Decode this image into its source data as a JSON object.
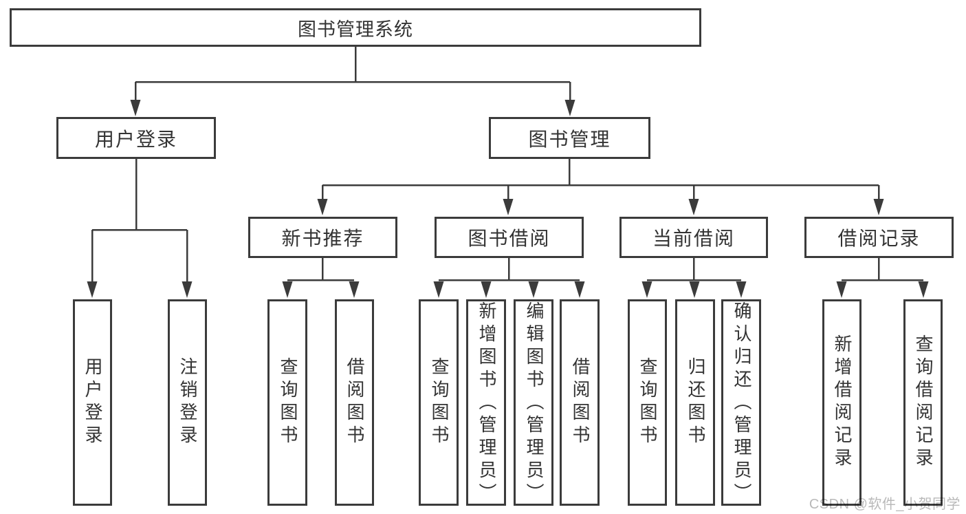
{
  "diagram": {
    "title": "图书管理系统",
    "level2": {
      "user_login": "用户登录",
      "book_management": "图书管理"
    },
    "level3": {
      "new_book_recommend": "新书推荐",
      "book_borrow": "图书借阅",
      "current_borrow": "当前借阅",
      "borrow_record": "借阅记录"
    },
    "leaves": {
      "user_login": [
        "用户登录",
        "注销登录"
      ],
      "new_book_recommend": [
        "查询图书",
        "借阅图书"
      ],
      "book_borrow": [
        "查询图书",
        "新增图书（管理员）",
        "编辑图书（管理员）",
        "借阅图书"
      ],
      "current_borrow": [
        "查询图书",
        "归还图书",
        "确认归还（管理员）"
      ],
      "borrow_record": [
        "新增借阅记录",
        "查询借阅记录"
      ]
    },
    "line_color": "#3b3b3b"
  },
  "watermark": "CSDN @软件_小贺同学"
}
